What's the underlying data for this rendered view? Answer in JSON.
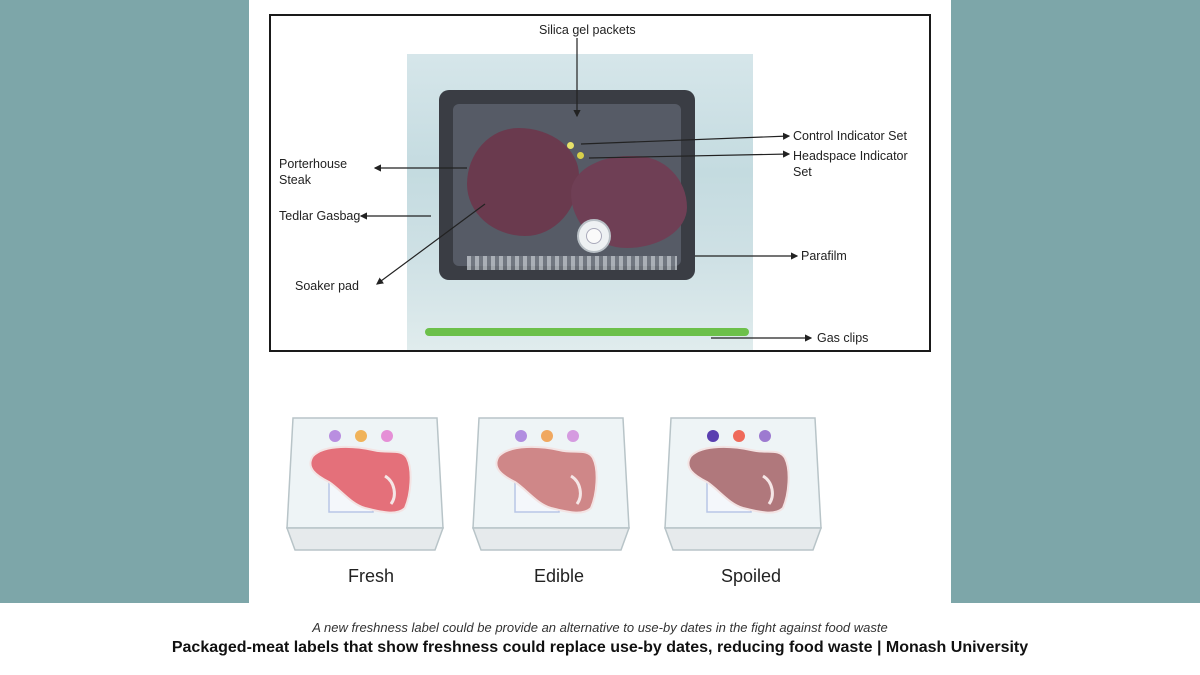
{
  "diagram": {
    "labels": {
      "silica": "Silica gel packets",
      "control": "Control Indicator Set",
      "headspace": "Headspace Indicator Set",
      "porterhouse": "Porterhouse Steak",
      "tedlar": "Tedlar Gasbag",
      "soaker": "Soaker pad",
      "parafilm": "Parafilm",
      "gasclips": "Gas clips"
    }
  },
  "states": [
    {
      "label": "Fresh",
      "dots": [
        "#b98ee0",
        "#f0b35a",
        "#e58fd6"
      ],
      "meat": "#e4707a"
    },
    {
      "label": "Edible",
      "dots": [
        "#b18ee0",
        "#f0a860",
        "#d59be0"
      ],
      "meat": "#cf8788"
    },
    {
      "label": "Spoiled",
      "dots": [
        "#5a3fb0",
        "#ef6a5a",
        "#9d7ad0"
      ],
      "meat": "#b0787c"
    }
  ],
  "caption": "A new freshness label could be provide an alternative to use-by dates in the fight against food waste",
  "headline": "Packaged-meat labels that show freshness could replace use-by dates, reducing food waste | Monash University",
  "colors": {
    "background": "#7da6a9"
  }
}
